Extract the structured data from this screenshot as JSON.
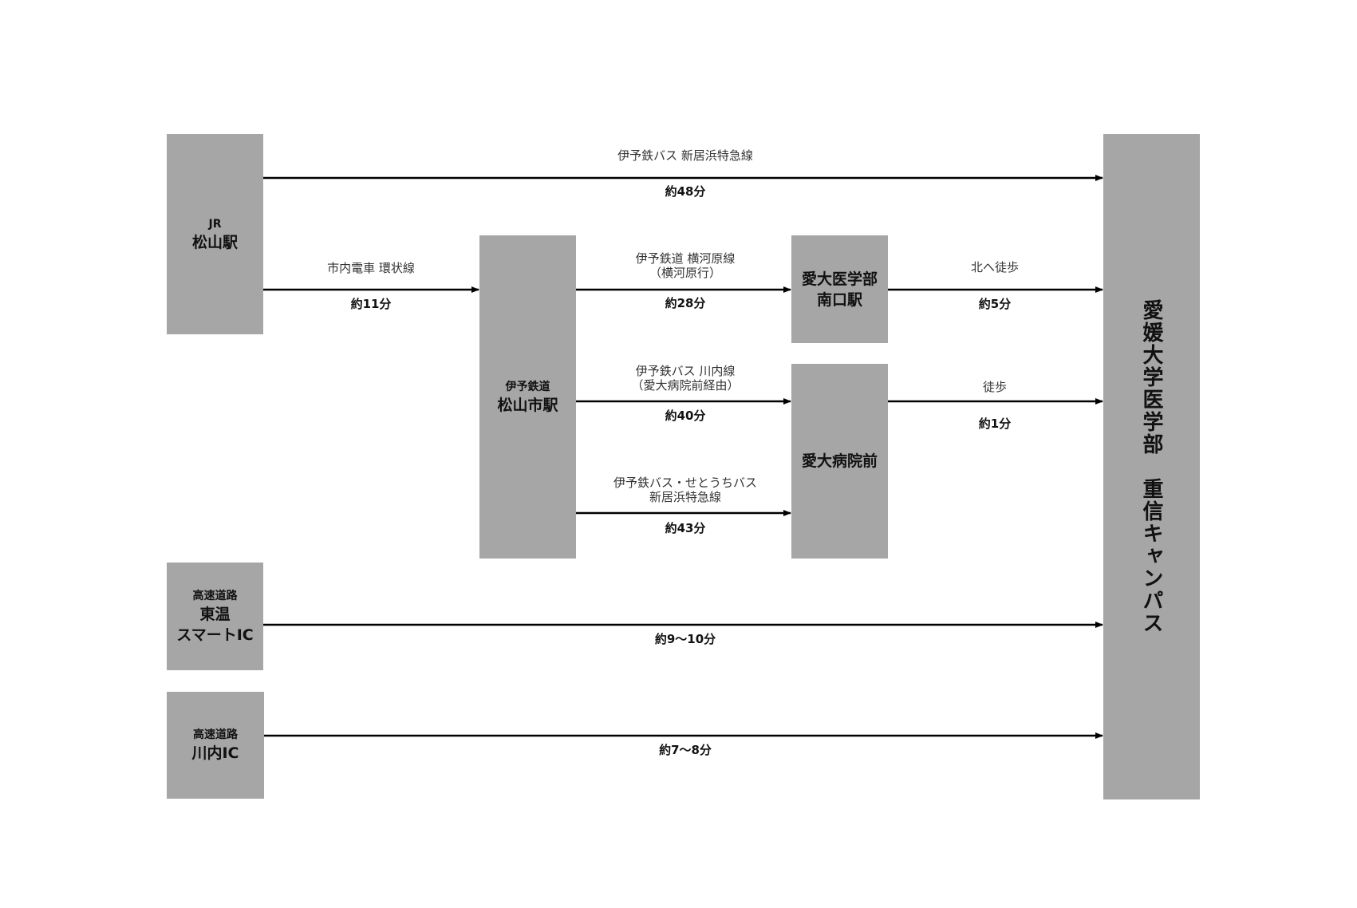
{
  "boxes": {
    "jr_matsuyama": {
      "sub": "JR",
      "main": "松山駅"
    },
    "iyo_matsuyamashi": {
      "sub": "伊予鉄道",
      "main": "松山市駅"
    },
    "aidai_minamiguchi": {
      "line1": "愛大医学部",
      "line2": "南口駅"
    },
    "aidai_byoinmae": {
      "main": "愛大病院前"
    },
    "toon_smart_ic": {
      "sub": "高速道路",
      "line1": "東温",
      "line2": "スマートIC"
    },
    "kawauchi_ic": {
      "sub": "高速道路",
      "main": "川内IC"
    },
    "campus": {
      "main": "愛媛大学医学部　重信キャンパス"
    }
  },
  "routes": {
    "r1": {
      "line1": "伊予鉄バス 新居浜特急線",
      "time": "約48分"
    },
    "r2": {
      "line1": "市内電車 環状線",
      "time": "約11分"
    },
    "r3": {
      "line1": "伊予鉄道 横河原線",
      "line2": "（横河原行）",
      "time": "約28分"
    },
    "r4": {
      "line1": "北へ徒歩",
      "time": "約5分"
    },
    "r5": {
      "line1": "伊予鉄バス 川内線",
      "line2": "（愛大病院前経由）",
      "time": "約40分"
    },
    "r6": {
      "line1": "徒歩",
      "time": "約1分"
    },
    "r7": {
      "line1": "伊予鉄バス・せとうちバス",
      "line2": "新居浜特急線",
      "time": "約43分"
    },
    "r8": {
      "time": "約9～10分"
    },
    "r9": {
      "time": "約7～8分"
    }
  }
}
